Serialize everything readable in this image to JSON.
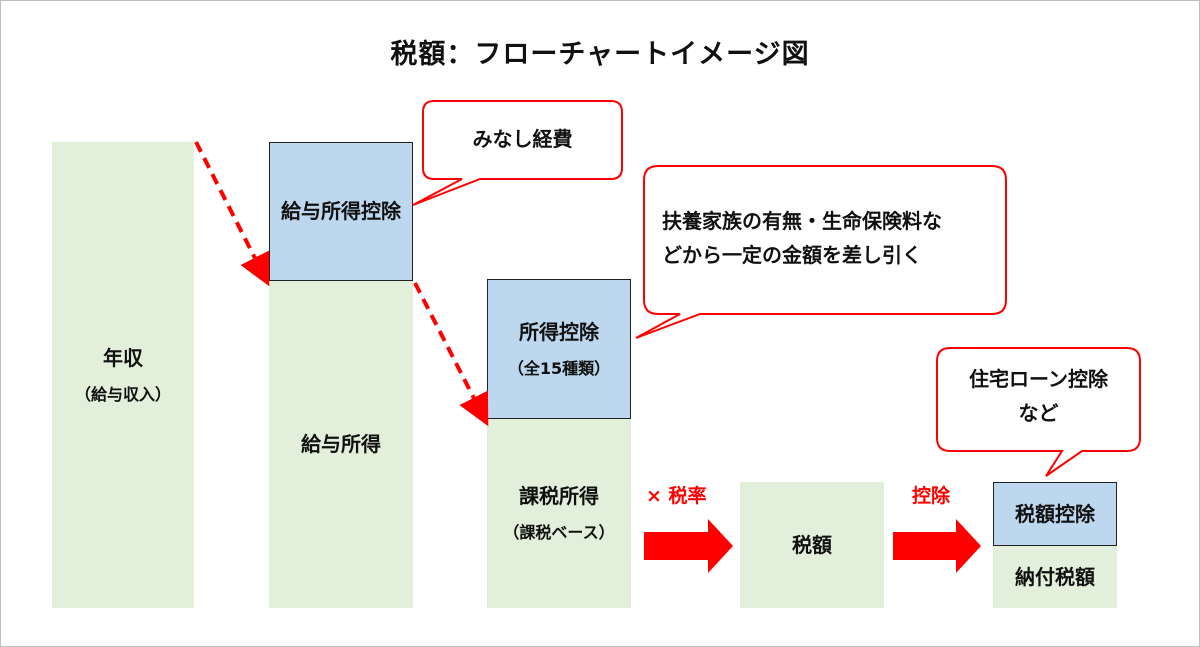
{
  "title": "税額：フローチャートイメージ図",
  "boxes": {
    "annual_income": {
      "main": "年収",
      "sub": "（給与収入）"
    },
    "salary_deduction": {
      "main": "給与所得控除"
    },
    "salary_income": {
      "main": "給与所得"
    },
    "income_deduction": {
      "main": "所得控除",
      "sub": "（全15種類）"
    },
    "taxable_income": {
      "main": "課税所得",
      "sub": "（課税ベース）"
    },
    "tax_amount": {
      "main": "税額"
    },
    "tax_credit": {
      "main": "税額控除"
    },
    "tax_payable": {
      "main": "納付税額"
    }
  },
  "callouts": {
    "deemed_expense": "みなし経費",
    "deduction_note_line1": "扶養家族の有無・生命保険料な",
    "deduction_note_line2": "どから一定の金額を差し引く",
    "housing_loan_line1": "住宅ローン控除",
    "housing_loan_line2": "など"
  },
  "operations": {
    "multiply_rate": "× 税率",
    "deduct": "控除"
  },
  "colors": {
    "green_fill": "#e2efda",
    "blue_fill": "#bdd7ee",
    "red_accent": "#ff0000"
  }
}
